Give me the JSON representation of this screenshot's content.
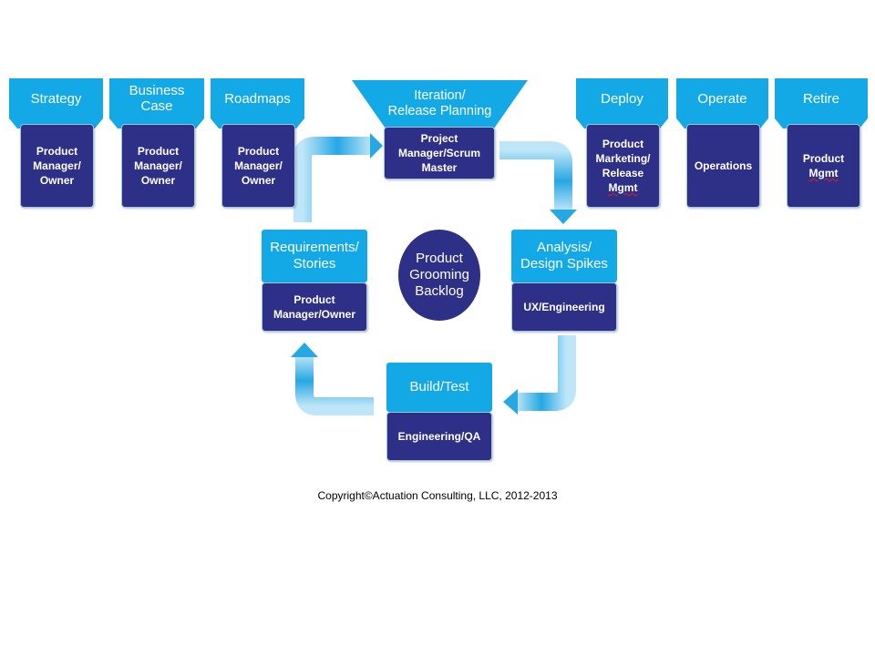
{
  "colors": {
    "header": "#12a9e6",
    "role": "#2e2f86",
    "arrow": "#27a7e3"
  },
  "top_row": [
    {
      "title": "Strategy",
      "role": "Product\nManager/\nOwner"
    },
    {
      "title": "Business\nCase",
      "role": "Product\nManager/\nOwner"
    },
    {
      "title": "Roadmaps",
      "role": "Product\nManager/\nOwner"
    },
    {
      "title": "Iteration/\nRelease Planning",
      "role": "Project\nManager/Scrum\nMaster"
    },
    {
      "title": "Deploy",
      "role_pre": "Product\nMarketing/\nRelease\n",
      "role_wavy": "Mgmt"
    },
    {
      "title": "Operate",
      "role": "Operations"
    },
    {
      "title": "Retire",
      "role_pre": "Product\n",
      "role_wavy": "Mgmt"
    }
  ],
  "cycle": {
    "requirements": {
      "title": "Requirements/\nStories",
      "role": "Product\nManager/Owner"
    },
    "analysis": {
      "title": "Analysis/\nDesign Spikes",
      "role": "UX/Engineering"
    },
    "build": {
      "title": "Build/Test",
      "role": "Engineering/QA"
    },
    "center": "Product\nGrooming\nBacklog"
  },
  "copyright": "Copyright©Actuation Consulting, LLC, 2012-2013"
}
